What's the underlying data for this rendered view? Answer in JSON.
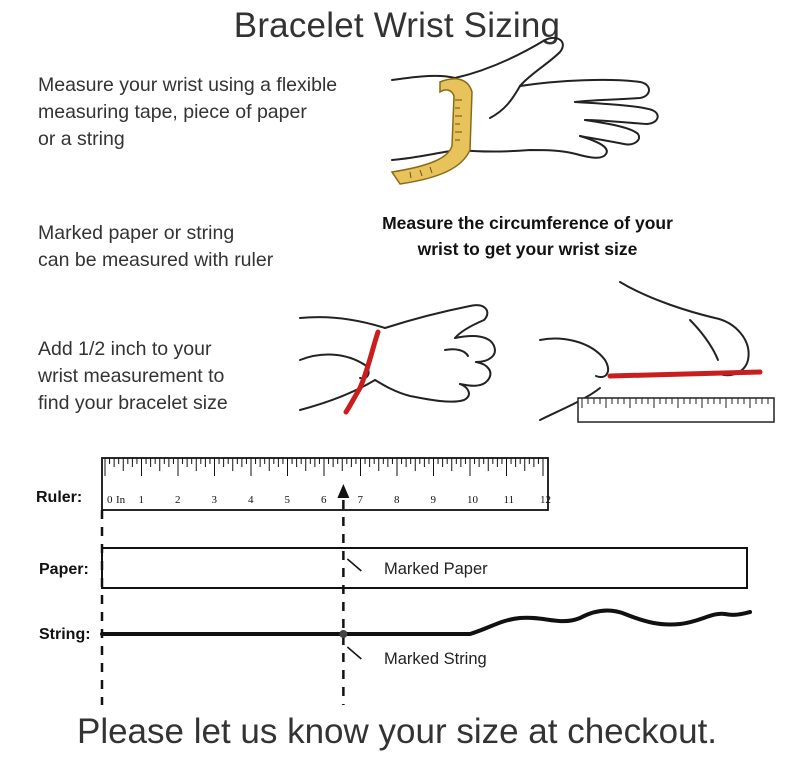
{
  "title": "Bracelet Wrist Sizing",
  "steps": [
    "Measure your wrist using a flexible\nmeasuring tape, piece of paper\nor a string",
    "Marked paper or string\ncan be measured with ruler",
    "Add 1/2 inch to your\nwrist measurement to\nfind your bracelet size"
  ],
  "circumference_heading": "Measure the circumference of your\nwrist to get your wrist  size",
  "ruler": {
    "label": "Ruler:",
    "unit_label": "In",
    "numbers": [
      "0",
      "1",
      "2",
      "3",
      "4",
      "5",
      "6",
      "7",
      "8",
      "9",
      "10",
      "11",
      "12"
    ],
    "marked_value": 6.75
  },
  "paper": {
    "label": "Paper:",
    "annotation": "Marked Paper"
  },
  "string": {
    "label": "String:",
    "annotation": "Marked String"
  },
  "footer": "Please let us know your size at checkout.",
  "colors": {
    "text": "#333333",
    "tape": "#e8c25a",
    "red": "#c81e1e",
    "line": "#111111"
  }
}
